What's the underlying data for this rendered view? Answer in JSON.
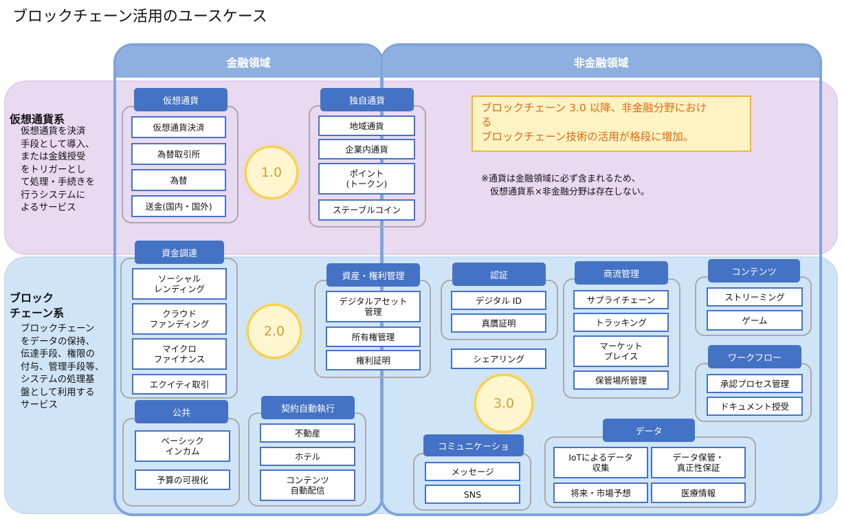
{
  "title": "ブロックチェーン活用のユースケース",
  "domains": {
    "finance": "金融領域",
    "non_finance": "非金融領域"
  },
  "rows": {
    "crypto": {
      "title": "仮想通貨系",
      "desc": [
        "仮想通貨を決済",
        "手段として導入、",
        "または金銭授受",
        "をトリガーとし",
        "て処理・手続きを",
        "行うシステムに",
        "よるサービス"
      ]
    },
    "chain": {
      "title": [
        "ブロック",
        "チェーン系"
      ],
      "desc": [
        "ブロックチェーン",
        "をデータの保持、",
        "伝達手段、権限の",
        "付与、管理手段等、",
        "システムの処理基",
        "盤として利用する",
        "サービス"
      ]
    }
  },
  "versions": {
    "v1": "1.0",
    "v2": "2.0",
    "v3": "3.0"
  },
  "callout": {
    "line1": "ブロックチェーン 3.0 以降、非金融分野におけ",
    "line2": "る",
    "line3": "ブロックチェーン技術の活用が格段に増加。"
  },
  "note": {
    "line1": "※通貨は金融領域に必ず含まれるため、",
    "line2": "　仮想通貨系×非金融分野は存在しない。"
  },
  "groups": {
    "kasou": {
      "header": "仮想通貨",
      "items": [
        "仮想通貨決済",
        "為替取引所",
        "為替",
        "送金(国内・国外)"
      ]
    },
    "dokuji": {
      "header": "独自通貨",
      "items": [
        "地域通貨",
        "企業内通貨",
        "ポイント\n(トークン)",
        "ステーブルコイン"
      ]
    },
    "shikin": {
      "header": "資金調達",
      "items": [
        "ソーシャル\nレンディング",
        "クラウド\nファンディング",
        "マイクロ\nファイナンス",
        "エクイティ取引"
      ]
    },
    "shisan": {
      "header": "資産・権利管理",
      "items": [
        "デジタルアセット\n管理",
        "所有権管理",
        "権利証明"
      ]
    },
    "kokyo": {
      "header": "公共",
      "items": [
        "ベーシック\nインカム",
        "予算の可視化"
      ]
    },
    "keiyaku": {
      "header": "契約自動執行",
      "items": [
        "不動産",
        "ホテル",
        "コンテンツ\n自動配信"
      ]
    },
    "ninsho": {
      "header": "認証",
      "items": [
        "デジタル ID",
        "真贋証明"
      ]
    },
    "sharing": {
      "label": "シェアリング"
    },
    "shoryu": {
      "header": "商流管理",
      "items": [
        "サプライチェーン",
        "トラッキング",
        "マーケット\nプレイス",
        "保管場所管理"
      ]
    },
    "contents": {
      "header": "コンテンツ",
      "items": [
        "ストリーミング",
        "ゲーム"
      ]
    },
    "workflow": {
      "header": "ワークフロー",
      "items": [
        "承認プロセス管理",
        "ドキュメント授受"
      ]
    },
    "comm": {
      "header": "コミュニケーショ",
      "items": [
        "メッセージ",
        "SNS"
      ]
    },
    "data": {
      "header": "データ",
      "items": [
        "IoTによるデータ\n収集",
        "データ保管・\n真正性保証",
        "将来・市場予想",
        "医療情報"
      ]
    }
  },
  "colors": {
    "header_blue": "#4472c4",
    "domain_blue": "#8eb0e0",
    "crypto_band": "#e9d9f1",
    "chain_band": "#d0e4f7",
    "callout_text": "#e06a10",
    "circle_gold": "#f7cf4a"
  }
}
